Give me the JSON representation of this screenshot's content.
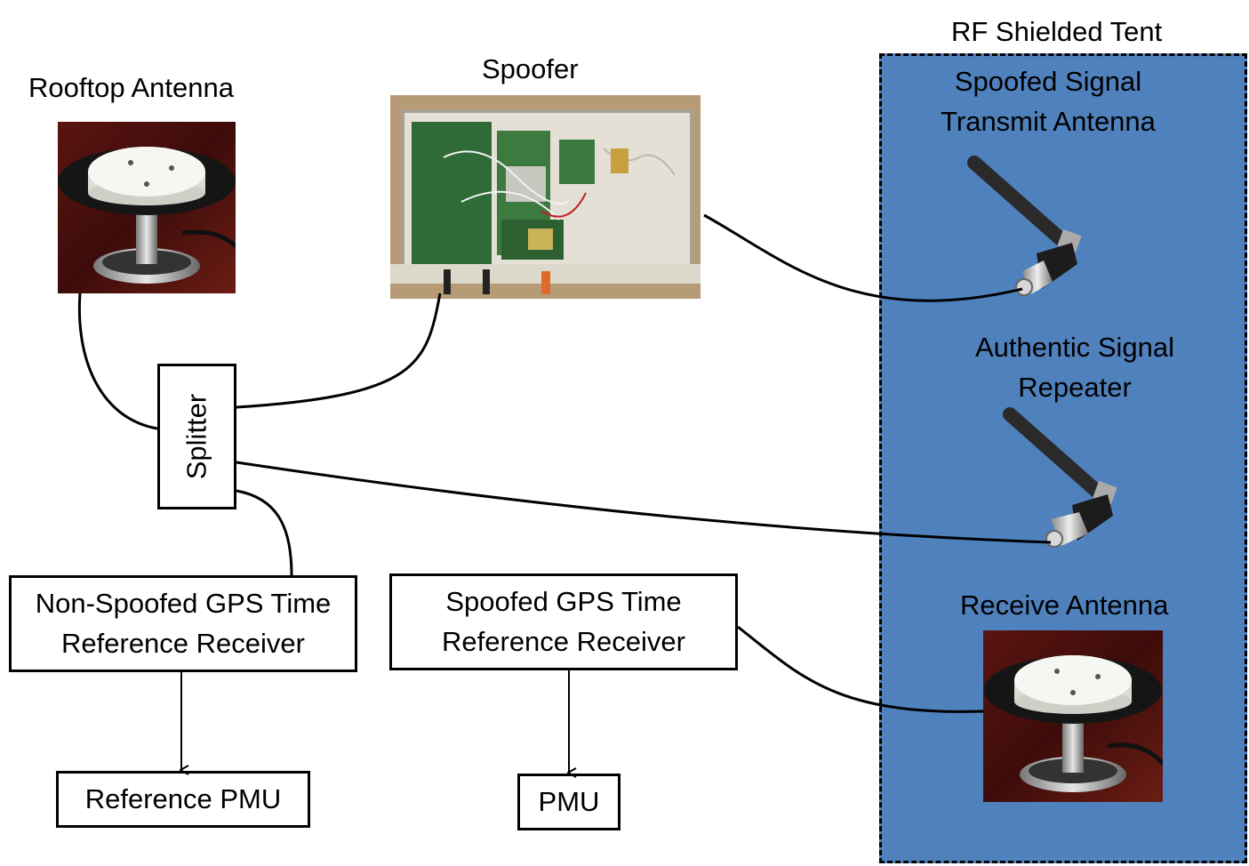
{
  "tent": {
    "title": "RF Shielded Tent",
    "fill_color": "#4f81bd",
    "transmit_label_line1": "Spoofed Signal",
    "transmit_label_line2": "Transmit Antenna",
    "repeater_label_line1": "Authentic Signal",
    "repeater_label_line2": "Repeater",
    "receive_label": "Receive Antenna"
  },
  "rooftop": {
    "label": "Rooftop Antenna"
  },
  "spoofer": {
    "label": "Spoofer"
  },
  "splitter": {
    "label": "Splitter"
  },
  "nonspoofed_receiver": {
    "line1": "Non-Spoofed GPS Time",
    "line2": "Reference Receiver"
  },
  "spoofed_receiver": {
    "line1": "Spoofed GPS Time",
    "line2": "Reference Receiver"
  },
  "reference_pmu": {
    "label": "Reference PMU"
  },
  "pmu": {
    "label": "PMU"
  }
}
